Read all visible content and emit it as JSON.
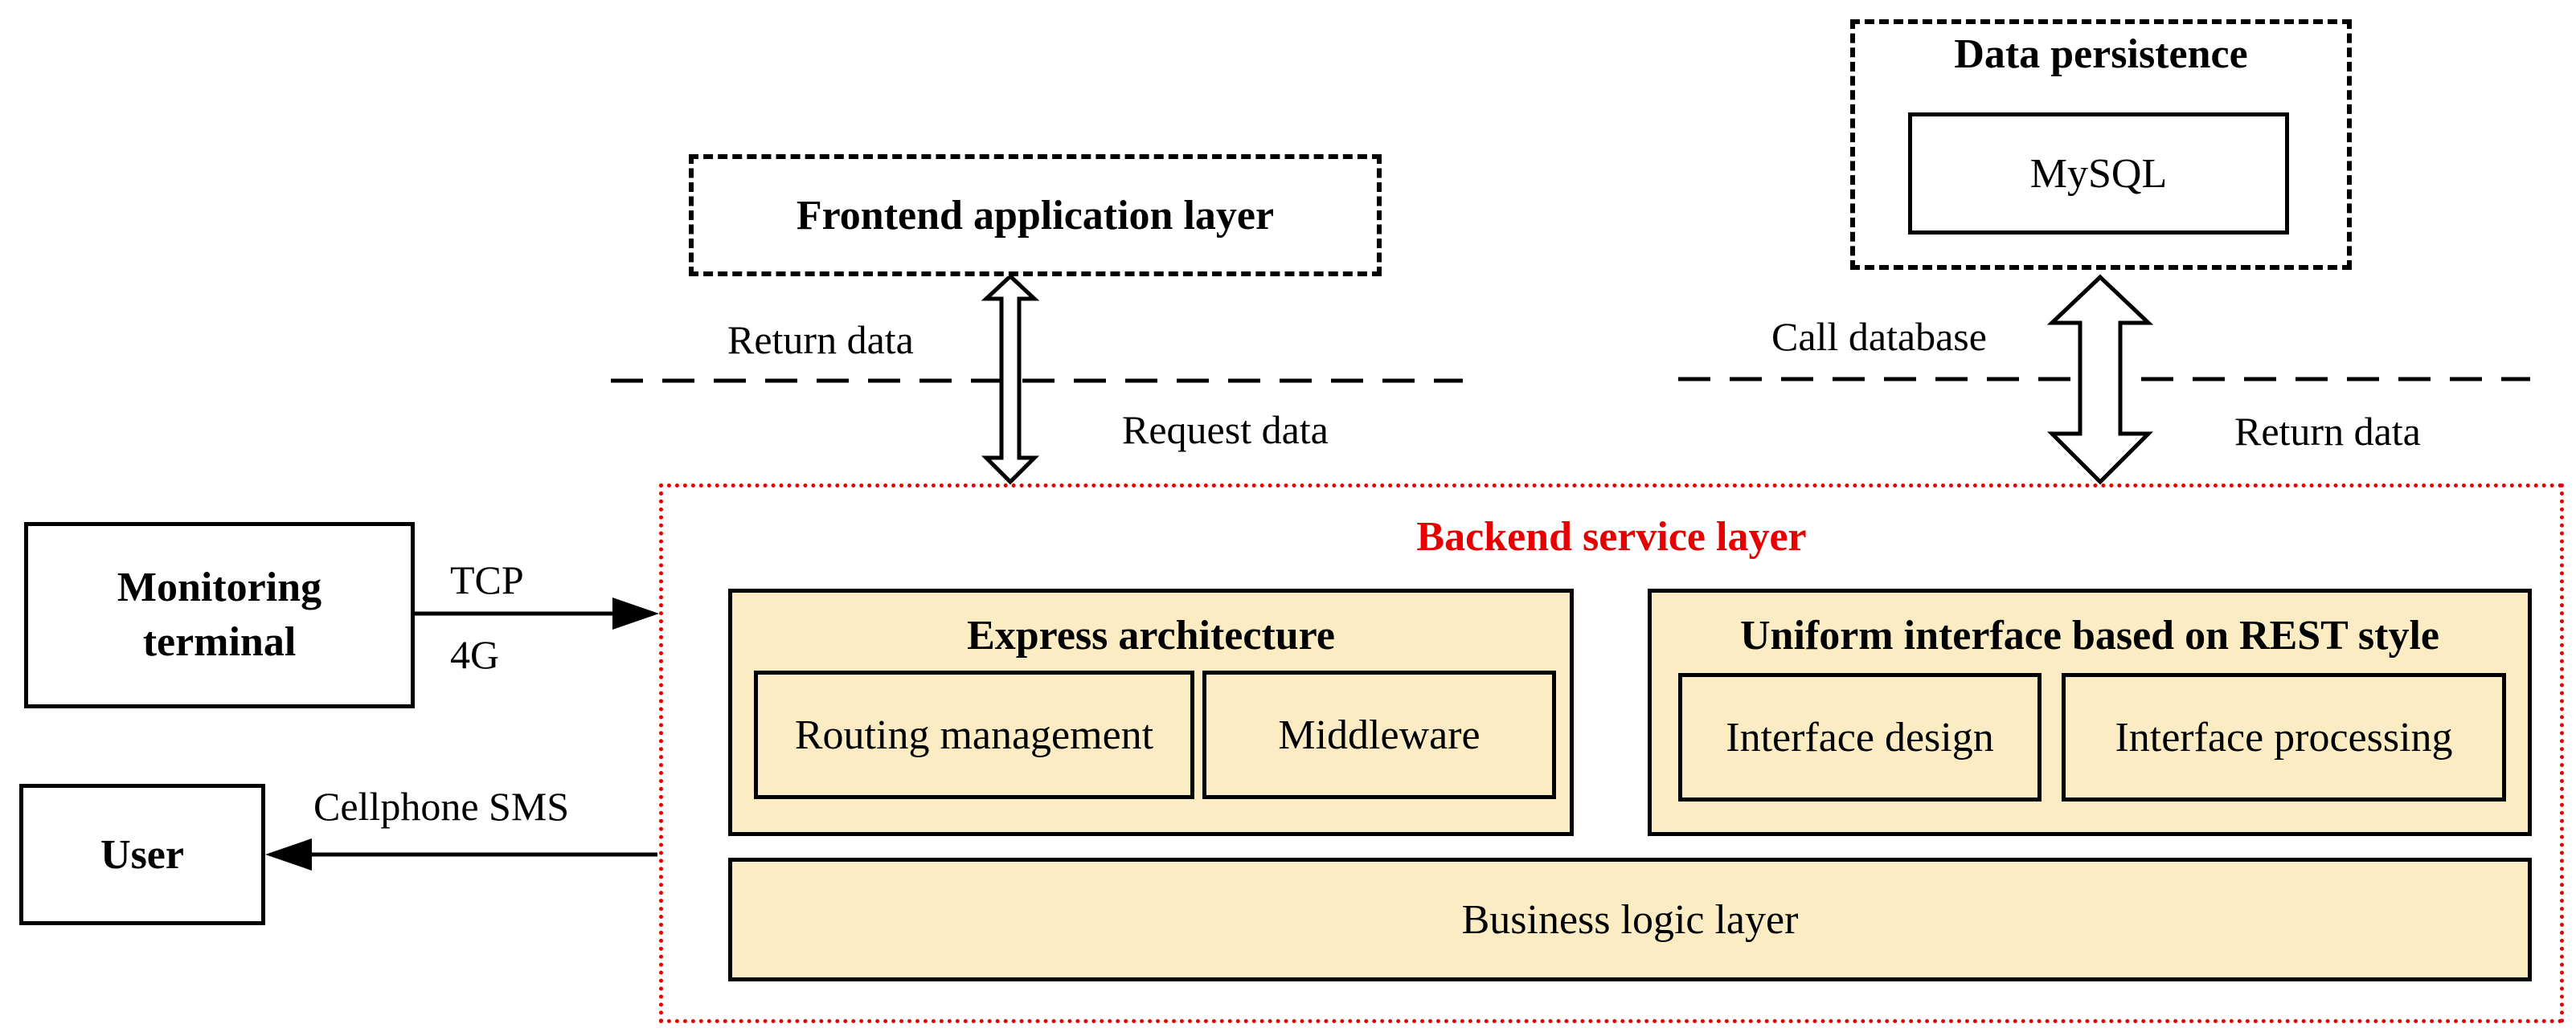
{
  "frontend": {
    "title": "Frontend application layer"
  },
  "persistence": {
    "title": "Data persistence",
    "db": "MySQL"
  },
  "frontend_link": {
    "up_label": "Return data",
    "down_label": "Request data"
  },
  "db_link": {
    "up_label": "Call database",
    "down_label": "Return data"
  },
  "backend": {
    "title": "Backend service layer",
    "express": {
      "title": "Express architecture",
      "routing": "Routing management",
      "middleware": "Middleware"
    },
    "rest": {
      "title": "Uniform interface based on REST style",
      "design": "Interface design",
      "processing": "Interface processing"
    },
    "business": "Business logic layer"
  },
  "monitoring": {
    "label_line1": "Monitoring",
    "label_line2": "terminal",
    "protocol1": "TCP",
    "protocol2": "4G"
  },
  "user": {
    "label": "User",
    "channel": "Cellphone SMS"
  },
  "colors": {
    "backend_border": "#e60000",
    "module_fill": "#fbecc4"
  }
}
